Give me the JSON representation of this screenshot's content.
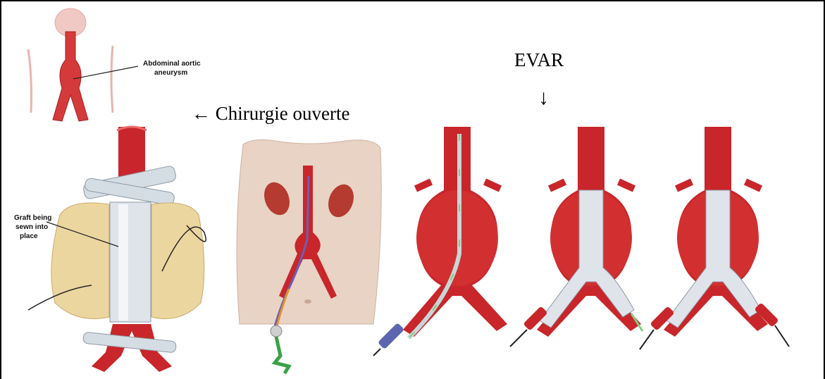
{
  "labels": {
    "open_surgery": "← Chirurgie ouverte",
    "evar": "EVAR",
    "evar_arrow": "↓"
  },
  "callouts": {
    "aneurysm_line1": "Abdominal aortic",
    "aneurysm_line2": "aneurysm",
    "graft_line1": "Graft being",
    "graft_line2": "sewn into",
    "graft_line3": "place"
  },
  "colors": {
    "artery": "#c8262a",
    "artery_dark": "#9e1a1e",
    "graft": "#dfe3ea",
    "fat": "#ecd6a0",
    "skin": "#e8d3c4",
    "clamp": "#cfd8e0",
    "kidney": "#b53a30"
  }
}
